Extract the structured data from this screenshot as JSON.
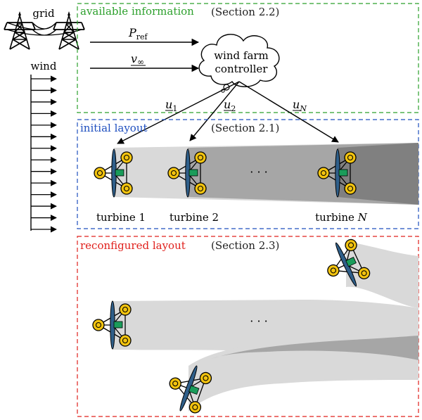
{
  "labels": {
    "grid": "grid",
    "wind": "wind",
    "p_ref_main": "P",
    "p_ref_sub": "ref",
    "v_inf_main": "v",
    "v_inf_sub": "∞",
    "controller_line1": "wind farm",
    "controller_line2": "controller",
    "u1_main": "u",
    "u1_sub": "1",
    "u2_main": "u",
    "u2_sub": "2",
    "uN_main": "u",
    "uN_sub": "N",
    "dots_initial": "· · ·",
    "dots_reconfigured": "· · ·",
    "turbine1": "turbine 1",
    "turbine2": "turbine 2",
    "turbineN_prefix": "turbine ",
    "turbineN_var": "N"
  },
  "sections": {
    "available": {
      "title": "available information",
      "ref": "(Section 2.2)",
      "color": "#2ca02c"
    },
    "initial": {
      "title": "initial layout",
      "ref": "(Section 2.1)",
      "color": "#1f4fbf"
    },
    "reconfigured": {
      "title": "reconfigured layout",
      "ref": "(Section 2.3)",
      "color": "#e0201c"
    }
  },
  "colors": {
    "wake_light": "#d9d9d9",
    "wake_mid": "#a6a6a6",
    "wake_dark": "#808080",
    "float_yellow": "#f2c30f",
    "nacelle_green": "#1a9c5a",
    "rotor_blue": "#2f5f8a"
  },
  "icons": [
    "transmission-tower-icon",
    "cloud-icon",
    "turbine-icon",
    "wind-arrow-icon"
  ]
}
